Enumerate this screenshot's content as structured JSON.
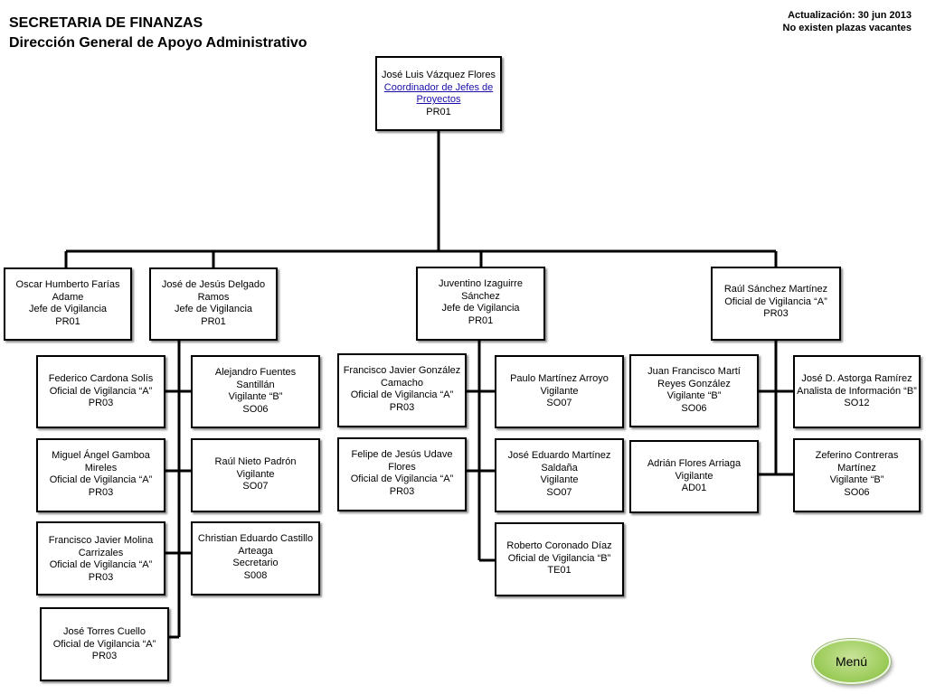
{
  "header": {
    "title": "SECRETARIA DE FINANZAS",
    "subtitle": "Dirección General de Apoyo Administrativo",
    "updated": "Actualización: 30 jun 2013",
    "vacancies": "No existen plazas  vacantes"
  },
  "top": {
    "name": "José Luis Vázquez Flores",
    "role": "Coordinador de Jefes de Proyectos",
    "code": "PR01"
  },
  "nodes": {
    "oscar": [
      "Oscar Humberto Farías",
      "Adame",
      "Jefe de Vigilancia",
      "PR01"
    ],
    "delgado": [
      "José de Jesús Delgado",
      "Ramos",
      "Jefe de Vigilancia",
      "PR01"
    ],
    "juventino": [
      "Juventino Izaguirre",
      "Sánchez",
      "Jefe de Vigilancia",
      "PR01"
    ],
    "raul_sanchez": [
      "Raúl Sánchez Martínez",
      "Oficial de Vigilancia “A”",
      "PR03"
    ],
    "federico": [
      "Federico Cardona Solís",
      "Oficial de Vigilancia “A”",
      "PR03"
    ],
    "miguel": [
      "Miguel Ángel Gamboa",
      "Mireles",
      "Oficial de Vigilancia “A”",
      "PR03"
    ],
    "francisco_molina": [
      "Francisco Javier Molina",
      "Carrizales",
      "Oficial de Vigilancia “A”",
      "PR03"
    ],
    "jose_torres": [
      "José Torres Cuello",
      "Oficial de Vigilancia “A”",
      "PR03"
    ],
    "alejandro": [
      "Alejandro Fuentes",
      "Santillán",
      "Vigilante “B”",
      "SO06"
    ],
    "raul_nieto": [
      "Raúl Nieto Padrón",
      "Vigilante",
      "SO07"
    ],
    "christian": [
      "Christian Eduardo Castillo",
      "Arteaga",
      "Secretario",
      "S008"
    ],
    "francisco_gonzalez": [
      "Francisco Javier González",
      "Camacho",
      "Oficial de Vigilancia “A”",
      "PR03"
    ],
    "felipe": [
      "Felipe de Jesús Udave",
      "Flores",
      "Oficial de Vigilancia “A”",
      "PR03"
    ],
    "paulo": [
      "Paulo Martínez Arroyo",
      "Vigilante",
      "SO07"
    ],
    "jose_eduardo": [
      "José Eduardo Martínez",
      "Saldaña",
      "Vigilante",
      "SO07"
    ],
    "roberto": [
      "Roberto Coronado Díaz",
      "Oficial de Vigilancia “B”",
      "TE01"
    ],
    "juan_francisco": [
      "Juan Francisco Martí",
      "Reyes González",
      "Vigilante “B”",
      "SO06"
    ],
    "adrian": [
      "Adrián Flores Arriaga",
      "Vigilante",
      "AD01"
    ],
    "jose_astorga": [
      "José D. Astorga Ramírez",
      "Analista de Información “B”",
      "SO12"
    ],
    "zeferino": [
      "Zeferino Contreras",
      "Martínez",
      "Vigilante “B”",
      "SO06"
    ]
  },
  "menu": {
    "label": "Menú"
  }
}
